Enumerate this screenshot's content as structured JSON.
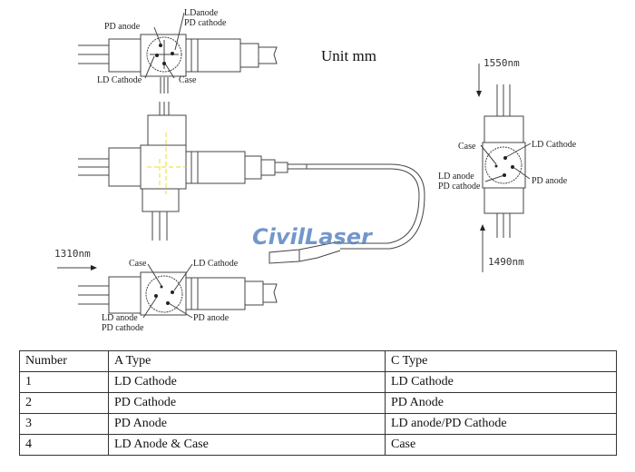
{
  "diagram": {
    "unit_label": "Unit mm",
    "watermark": "CivilLaser",
    "top_view": {
      "labels": [
        "LDanode",
        "PD cathode",
        "PD anode",
        "LD Cathode",
        "Case"
      ]
    },
    "right_view": {
      "wavelength_top": "1550nm",
      "wavelength_bottom": "1490nm",
      "labels": [
        "Case",
        "LD Cathode",
        "LD anode",
        "PD cathode",
        "PD anode"
      ]
    },
    "bottom_view": {
      "wavelength": "1310nm",
      "labels": [
        "Case",
        "LD Cathode",
        "LD anode",
        "PD cathode",
        "PD anode"
      ]
    }
  },
  "pin_table": {
    "headers": [
      "Number",
      "A Type",
      "C Type"
    ],
    "rows": [
      [
        "1",
        "LD Cathode",
        "LD Cathode"
      ],
      [
        "2",
        "PD Cathode",
        "PD Anode"
      ],
      [
        "3",
        "PD Anode",
        "LD anode/PD Cathode"
      ],
      [
        "4",
        "LD Anode & Case",
        "Case"
      ]
    ]
  }
}
